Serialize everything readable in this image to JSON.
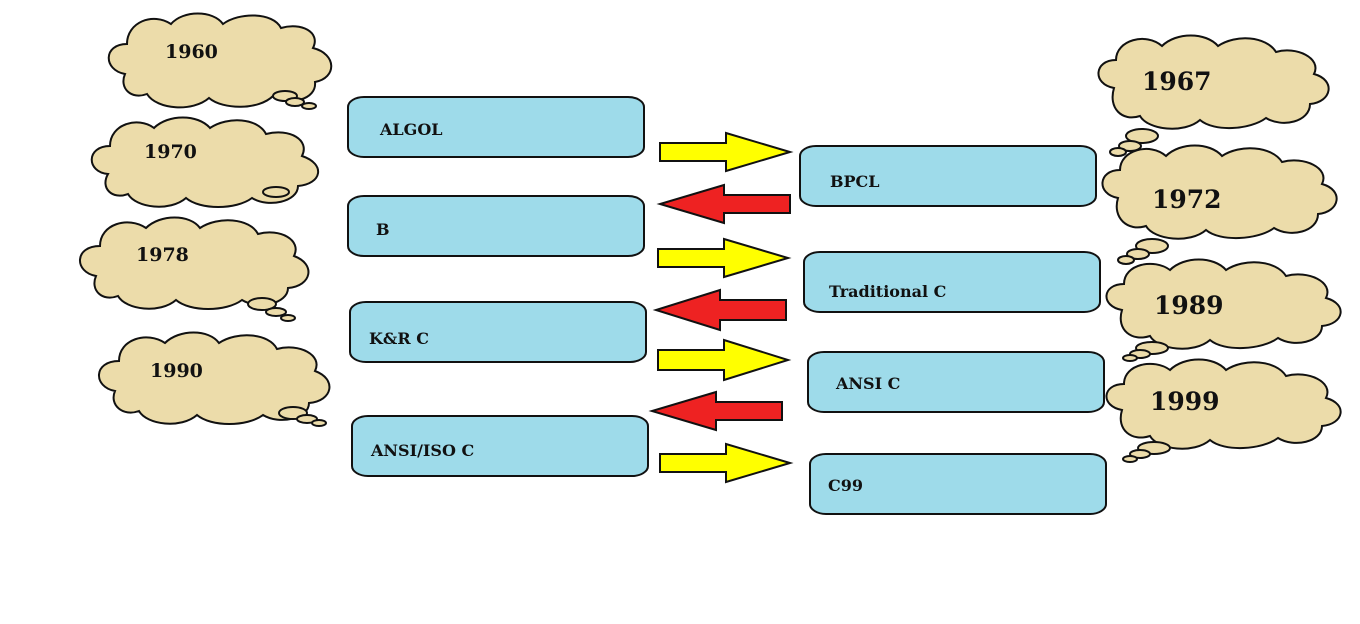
{
  "left_years": [
    "1960",
    "1970",
    "1978",
    "1990"
  ],
  "right_years": [
    "1967",
    "1972",
    "1989",
    "1999"
  ],
  "left_boxes": [
    "ALGOL",
    "B",
    "K&R C",
    "ANSI/ISO C"
  ],
  "right_boxes": [
    "BPCL",
    "Traditional C",
    "ANSI C",
    "C99"
  ],
  "colors": {
    "cloud": "#ecdcaa",
    "box": "#9edbea",
    "forward_arrow": "#ffff00",
    "back_arrow": "#ee2222"
  }
}
